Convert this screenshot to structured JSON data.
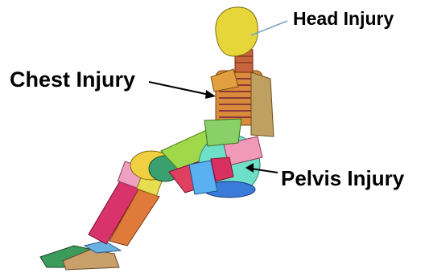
{
  "labels": {
    "head": "Head Injury",
    "chest": "Chest Injury",
    "pelvis": "Pelvis Injury"
  },
  "colors": {
    "head": "#e6d63a",
    "neck": "#c8643c",
    "chest_ribs": "#d98a3a",
    "shoulder": "#c0a060",
    "pelvis": "#6fe0c8",
    "thigh_green": "#9fd84a",
    "lower_leg": "#d8336a",
    "feet": "#3c9a5a",
    "callout_head": "#7aa3c8",
    "callout_text": "#000000"
  }
}
